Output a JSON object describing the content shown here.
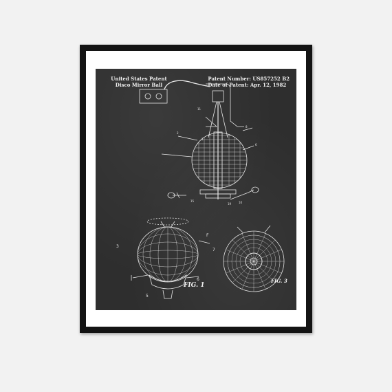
{
  "header": {
    "left_line1": "United States Patent",
    "left_line2": "Disco Mirror Ball",
    "right_line1": "Patent Number: US857252 B2",
    "right_line2": "Date of Patent: Apr. 12, 1982"
  },
  "figures": {
    "fig1_label": "FIG. 1",
    "fig3_label": "FIG. 3"
  },
  "colors": {
    "wall": "#f2f2f2",
    "frame": "#141414",
    "mat": "#ffffff",
    "chalkboard": "#2e2e2e",
    "line": "#e8e8e8"
  }
}
